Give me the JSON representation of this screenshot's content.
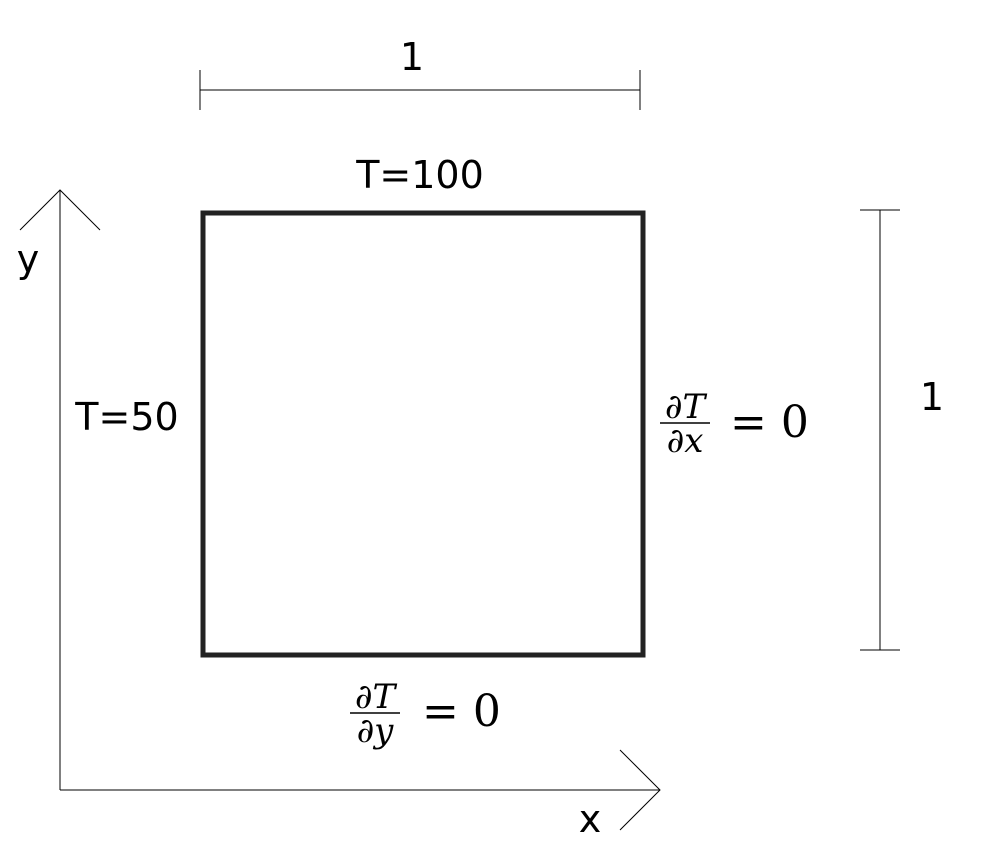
{
  "dimensions": {
    "width_label": "1",
    "height_label": "1"
  },
  "axes": {
    "x_label": "x",
    "y_label": "y"
  },
  "boundary_conditions": {
    "top": "T=100",
    "left": "T=50",
    "right": {
      "numerator": "∂T",
      "denominator": "∂x",
      "rhs": "= 0"
    },
    "bottom": {
      "numerator": "∂T",
      "denominator": "∂y",
      "rhs": "= 0"
    }
  },
  "colors": {
    "domain_border": "#222222",
    "lines": "#000000"
  }
}
